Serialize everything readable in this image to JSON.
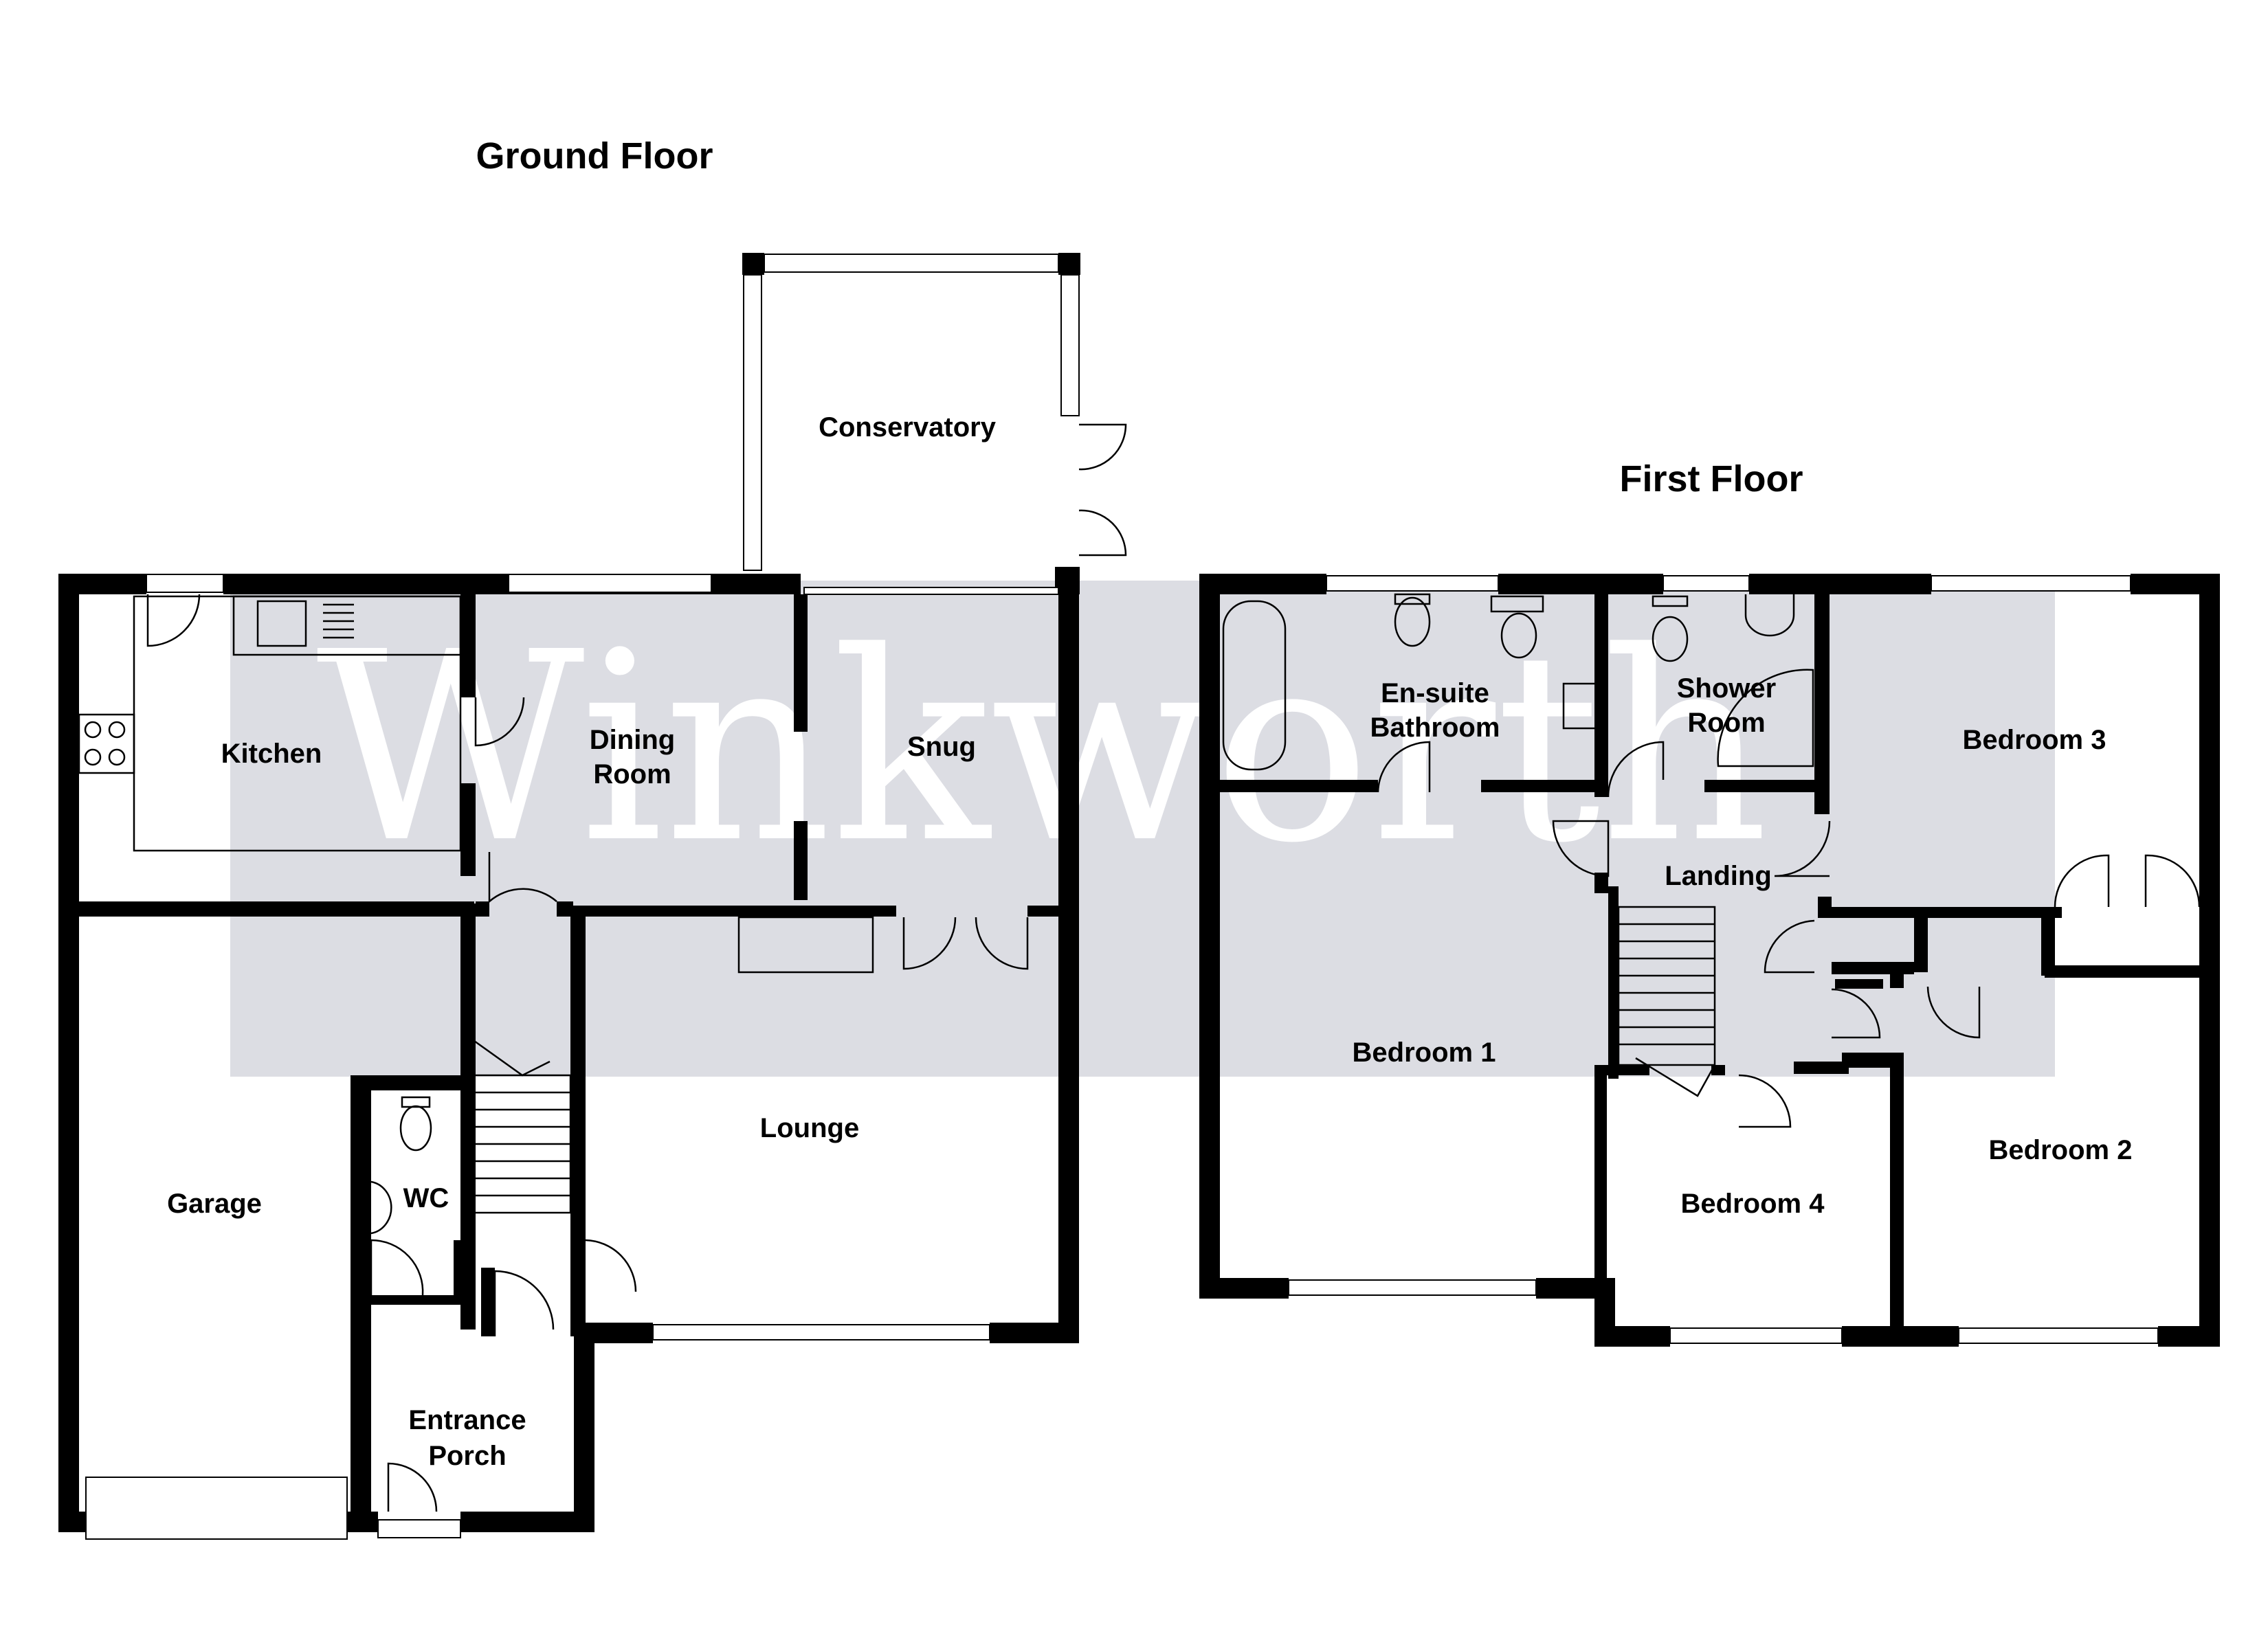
{
  "colors": {
    "wall": "#000000",
    "watermark_band": "#dcdde3",
    "watermark_text": "#ffffff"
  },
  "floors": {
    "ground": {
      "title": "Ground Floor",
      "rooms": {
        "conservatory": "Conservatory",
        "kitchen": "Kitchen",
        "dining_1": "Dining",
        "dining_2": "Room",
        "snug": "Snug",
        "lounge": "Lounge",
        "garage": "Garage",
        "wc": "WC",
        "porch_1": "Entrance",
        "porch_2": "Porch"
      }
    },
    "first": {
      "title": "First Floor",
      "rooms": {
        "ensuite_1": "En-suite",
        "ensuite_2": "Bathroom",
        "shower_1": "Shower",
        "shower_2": "Room",
        "bedroom3": "Bedroom 3",
        "landing": "Landing",
        "bedroom1": "Bedroom 1",
        "bedroom4": "Bedroom 4",
        "bedroom2": "Bedroom 2"
      }
    }
  },
  "watermark": "Winkworth"
}
